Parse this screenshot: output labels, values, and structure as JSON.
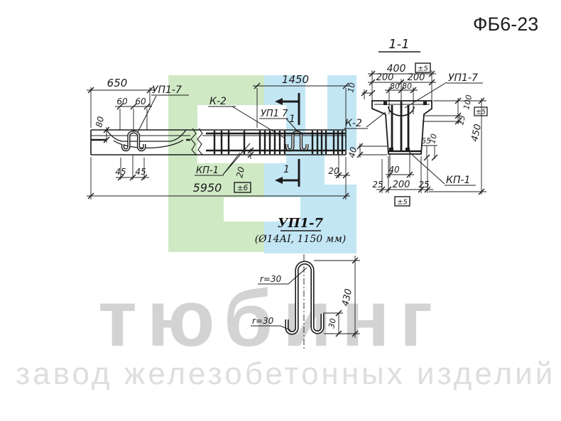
{
  "hdr": {
    "code": "ФБ6-23"
  },
  "colors": {
    "ink": "#1c1c1c",
    "logo_green": "#cfe9c5",
    "logo_blue": "#c3e6f4",
    "watermark_big": "#d3d3d3",
    "watermark_small": "#dedede"
  },
  "wm": {
    "line1": "тюбинг",
    "line2": "завод железобетонных изделий"
  },
  "elev": {
    "d650": "650",
    "d60a": "60",
    "d60b": "60",
    "d80": "80",
    "d1450": "1450",
    "d45a": "45",
    "d45b": "45",
    "d20cov": "20",
    "d5950": "5950",
    "tol": "±6",
    "d20end": "20",
    "up17": "УП1-7",
    "k2": "К-2",
    "up17r": "УП1 7",
    "kp1": "КП-1",
    "cut_top": "1",
    "cut_bottom": "1"
  },
  "sec": {
    "title": "1-1",
    "d400": "400",
    "tol400": "±5",
    "d200a": "200",
    "d200b": "200",
    "d80a": "80",
    "d80b": "80",
    "d10top": "10",
    "d100": "100",
    "tol100": "±5",
    "d15": "15",
    "d450": "450",
    "d65": "65",
    "d10r": "10",
    "d40l": "40",
    "d40b": "40",
    "d25a": "25",
    "d200c": "200",
    "d25b": "25",
    "tol200": "±5",
    "up17": "УП1-7",
    "k2": "К-2",
    "kp1": "КП-1"
  },
  "det": {
    "title": "УП1-7",
    "spec": "(Ø14АІ, 1150 мм)",
    "rtop": "r=30",
    "rbot": "r=30",
    "d430": "430",
    "d30": "30"
  }
}
